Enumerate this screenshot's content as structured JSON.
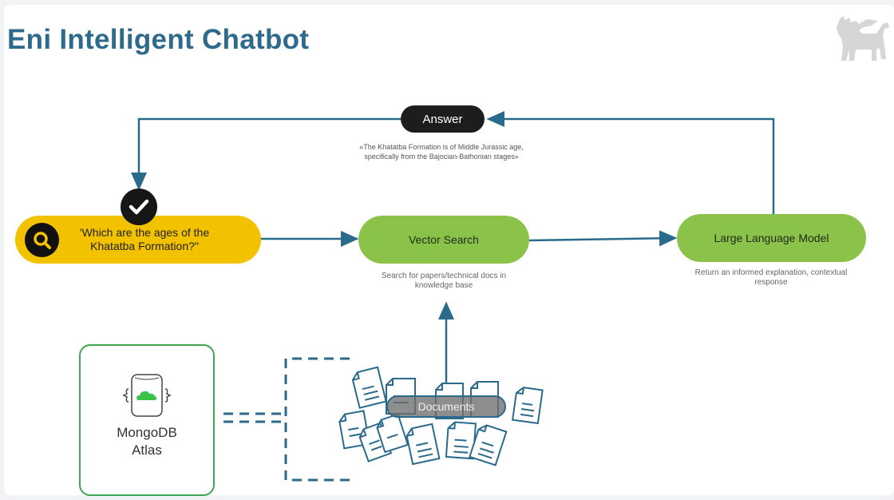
{
  "header": {
    "title": "Eni Intelligent Chatbot",
    "logo_icon": "eni-six-legged-dog-logo-icon"
  },
  "diagram": {
    "answer": {
      "label": "Answer",
      "text": "«The Khatatba Formation is of Middle Jurassic age, specifically from the Bajocian-Bathonian stages»"
    },
    "query": {
      "icon": "search-icon",
      "text": "'Which are the ages of the Khatatba Formation?\"",
      "status_icon": "checkmark-icon"
    },
    "vector_search": {
      "label": "Vector Search",
      "caption": "Search for papers/technical docs in knowledge base"
    },
    "llm": {
      "label": "Large Language Model",
      "caption": "Return an informed explanation, contextual response"
    },
    "mongodb": {
      "icon": "mongodb-atlas-cloud-icon",
      "label_line1": "MongoDB",
      "label_line2": "Atlas"
    },
    "documents": {
      "label": "Documents",
      "icon": "document-stack-icon"
    },
    "colors": {
      "title": "#2e6a8c",
      "connector": "#2a6a8b",
      "query": "#f2c200",
      "process": "#8bc34a",
      "answer": "#1d1d1d",
      "mongo_border": "#3fa655",
      "mongo_cloud": "#3cc24a"
    }
  }
}
